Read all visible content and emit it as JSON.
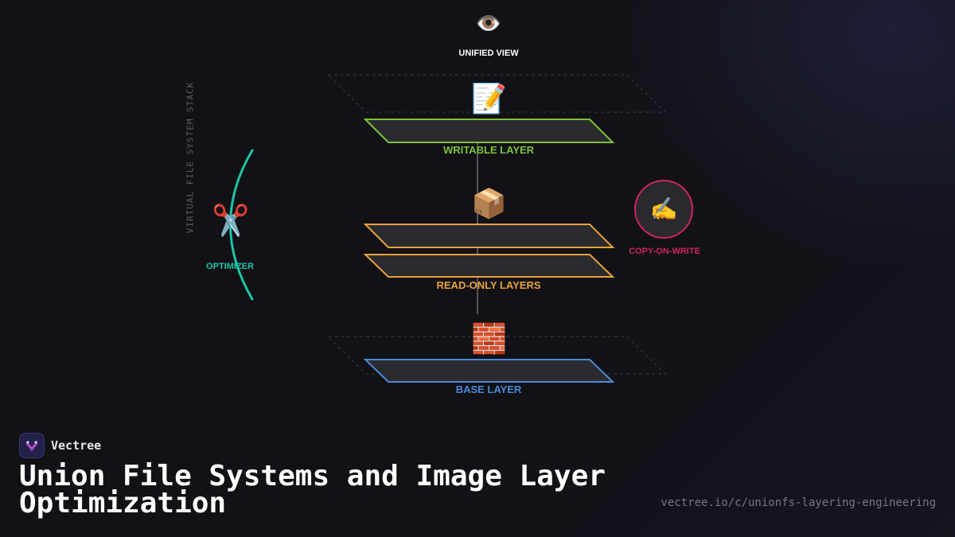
{
  "diagram": {
    "top": {
      "icon": "eye-icon",
      "emoji": "👁️",
      "label": "UNIFIED VIEW"
    },
    "side_label": "VIRTUAL FILE SYSTEM STACK",
    "layers": {
      "writable": {
        "icon": "memo-icon",
        "emoji": "📝",
        "label": "WRITABLE LAYER",
        "color": "#7cc23a"
      },
      "readonly": {
        "icon": "package-icon",
        "emoji": "📦",
        "label": "READ-ONLY LAYERS",
        "color": "#e8a33a"
      },
      "base": {
        "icon": "brick-icon",
        "emoji": "🧱",
        "label": "BASE LAYER",
        "color": "#4a8ad8"
      }
    },
    "optimizer": {
      "icon": "scissors-icon",
      "emoji": "✂️",
      "label": "OPTIMIZER",
      "color": "#1fc4a6"
    },
    "copy_on_write": {
      "icon": "writing-hand-icon",
      "emoji": "✍️",
      "label": "COPY-ON-WRITE",
      "color": "#d0245f"
    }
  },
  "footer": {
    "brand": "Vectree",
    "title": "Union File Systems and Image Layer Optimization",
    "url": "vectree.io/c/unionfs-layering-engineering"
  }
}
